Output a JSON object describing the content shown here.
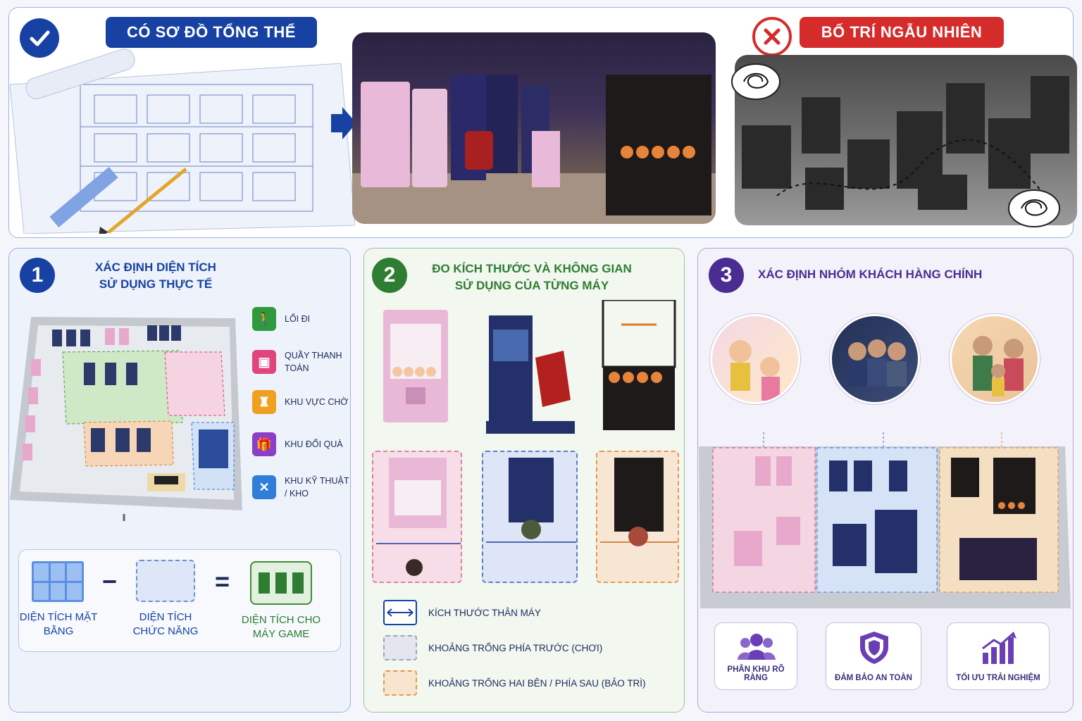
{
  "top": {
    "good_label": "CÓ SƠ ĐỒ TỔNG THỂ",
    "bad_label": "BỐ TRÍ NGẪU NHIÊN"
  },
  "section1": {
    "number": "1",
    "title_line1": "XÁC ĐỊNH DIỆN TÍCH",
    "title_line2": "SỬ DỤNG THỰC TẾ",
    "legend": [
      {
        "icon": "walking-person-icon",
        "label": "LỐI ĐI",
        "color": "#2e9a3d"
      },
      {
        "icon": "cashier-icon",
        "label": "QUẦY THANH TOÁN",
        "color": "#e0457b"
      },
      {
        "icon": "waiting-chair-icon",
        "label": "KHU VỰC CHỜ",
        "color": "#f0a020"
      },
      {
        "icon": "gift-icon",
        "label": "KHU ĐỔI QUÀ",
        "color": "#8a3fc6"
      },
      {
        "icon": "tools-icon",
        "label": "KHU KỸ THUẬT / KHO",
        "color": "#2f7ed8"
      }
    ],
    "formula": {
      "a": "DIỆN TÍCH MẶT BẰNG",
      "b": "DIỆN TÍCH CHỨC NĂNG",
      "c": "DIỆN TÍCH CHO MÁY GAME",
      "minus": "−",
      "equals": "="
    }
  },
  "section2": {
    "number": "2",
    "title_line1": "ĐO KÍCH THƯỚC VÀ KHÔNG GIAN",
    "title_line2": "SỬ DỤNG CỦA TỪNG MÁY",
    "key": [
      {
        "label": "KÍCH THƯỚC THÂN MÁY"
      },
      {
        "label": "KHOẢNG TRỐNG PHÍA TRƯỚC (CHƠI)"
      },
      {
        "label": "KHOẢNG TRỐNG HAI BÊN / PHÍA SAU (BẢO TRÌ)"
      }
    ]
  },
  "section3": {
    "number": "3",
    "title": "XÁC ĐỊNH NHÓM KHÁCH HÀNG CHÍNH",
    "benefits": [
      {
        "icon": "group-users-icon",
        "label": "PHÂN KHU RÕ RÀNG"
      },
      {
        "icon": "shield-icon",
        "label": "ĐẢM BẢO AN TOÀN"
      },
      {
        "icon": "growth-chart-icon",
        "label": "TỐI ƯU TRẢI NGHIỆM"
      }
    ]
  },
  "colors": {
    "blue": "#1742a3",
    "red": "#d52b2b",
    "green": "#2e7d32",
    "purple": "#4b2c92"
  }
}
